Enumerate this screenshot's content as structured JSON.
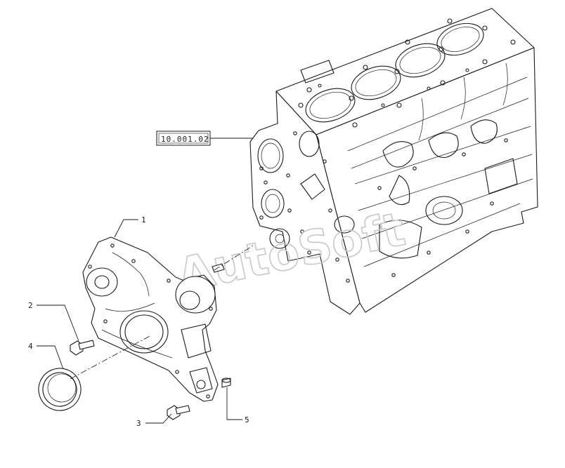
{
  "reference_label": "10.001.02",
  "watermark": "AutoSoft",
  "callouts": [
    {
      "id": "1",
      "text": "1"
    },
    {
      "id": "2",
      "text": "2"
    },
    {
      "id": "3",
      "text": "3"
    },
    {
      "id": "4",
      "text": "4"
    },
    {
      "id": "5",
      "text": "5"
    }
  ]
}
